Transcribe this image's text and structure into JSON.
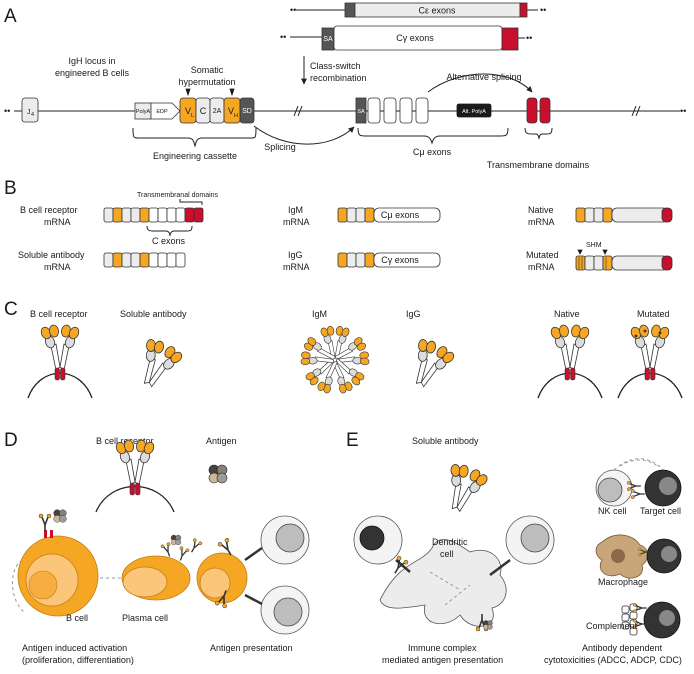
{
  "panels": {
    "a": "A",
    "b": "B",
    "c": "C",
    "d": "D",
    "e": "E"
  },
  "colors": {
    "variable": "#f5a623",
    "constant": "#ececec",
    "transmembrane": "#c8102e",
    "dark": "#1a1a1a"
  },
  "a": {
    "ce_exons": "Cε exons",
    "cg_exons": "Cγ exons",
    "sa": "SA",
    "locus_line1": "IgH locus in",
    "locus_line2": "engineered B cells",
    "somatic_line1": "Somatic",
    "somatic_line2": "hypermutation",
    "class_switch_line1": "Class-switch",
    "class_switch_line2": "recombination",
    "alt_splicing": "Alternative splicing",
    "j4_main": "J",
    "j4_sub": "4",
    "polya": "PolyA",
    "edp": "EDP",
    "vl_main": "V",
    "vl_sub": "L",
    "c": "C",
    "twoa": "2A",
    "vh_main": "V",
    "vh_sub": "H",
    "sd": "SD",
    "alt_polya": "Alt. PolyA",
    "engineering_cassette": "Engineering cassette",
    "splicing": "Splicing",
    "cmu_exons": "Cμ exons",
    "transmembrane_domains": "Transmembrane domains"
  },
  "b": {
    "bcr_line1": "B cell receptor",
    "bcr_line2": "mRNA",
    "tm_domains": "Transmembranal domains",
    "c_exons": "C exons",
    "sol_line1": "Soluble antibody",
    "sol_line2": "mRNA",
    "igm_line1": "IgM",
    "igm_line2": "mRNA",
    "cmu_exons": "Cμ exons",
    "igg_line1": "IgG",
    "igg_line2": "mRNA",
    "cg_exons": "Cγ exons",
    "native_line1": "Native",
    "native_line2": "mRNA",
    "shm": "SHM",
    "mutated_line1": "Mutated",
    "mutated_line2": "mRNA"
  },
  "c": {
    "bcr": "B cell receptor",
    "soluble": "Soluble antibody",
    "igm": "IgM",
    "igg": "IgG",
    "native": "Native",
    "mutated": "Mutated"
  },
  "d": {
    "bcr": "B cell receptor",
    "antigen": "Antigen",
    "b_cell": "B cell",
    "plasma_cell": "Plasma cell",
    "activation_line1": "Antigen induced activation",
    "activation_line2": "(proliferation, differentiation)",
    "presentation": "Antigen presentation"
  },
  "e": {
    "soluble": "Soluble antibody",
    "dendritic_line1": "Dendritic",
    "dendritic_line2": "cell",
    "nk_cell": "NK cell",
    "target_cell": "Target cell",
    "macrophage": "Macrophage",
    "complement": "Complement",
    "immune_line1": "Immune complex",
    "immune_line2": "mediated antigen presentation",
    "adcc_line1": "Antibody dependent",
    "adcc_line2": "cytotoxicities (ADCC, ADCP, CDC)"
  }
}
